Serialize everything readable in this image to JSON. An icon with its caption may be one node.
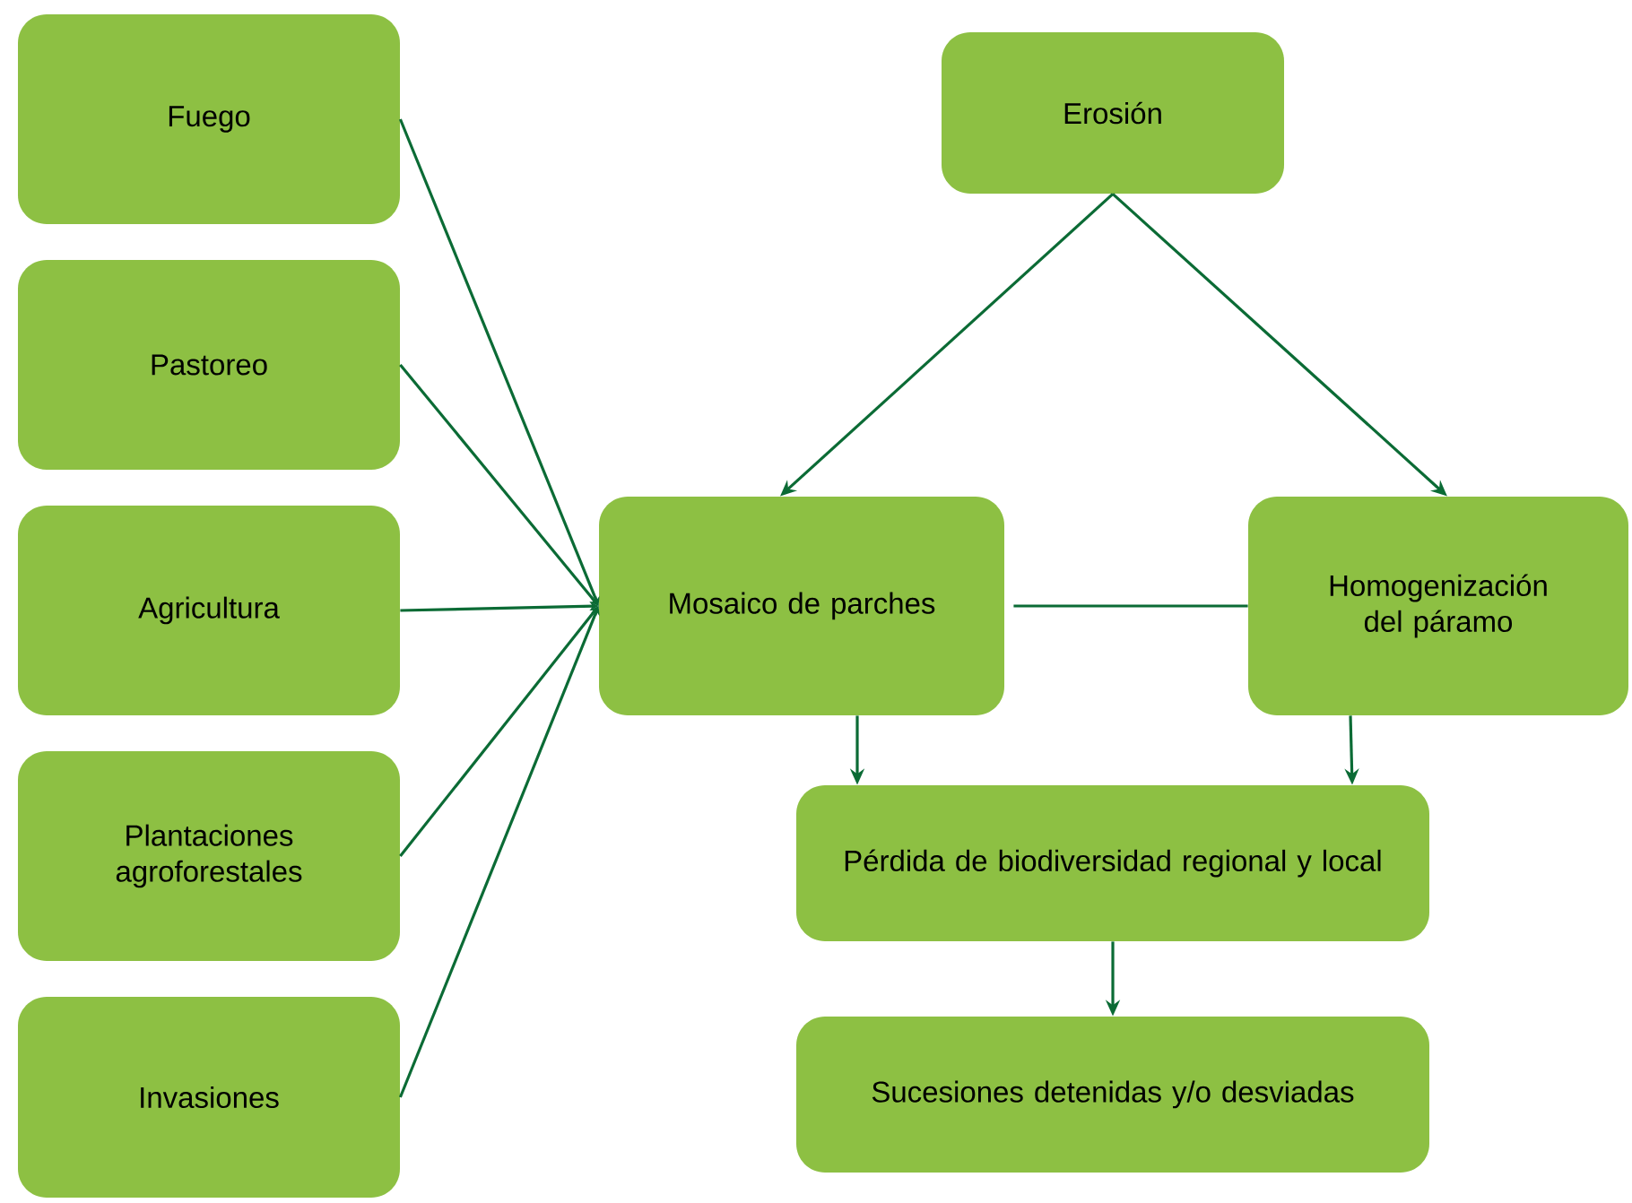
{
  "diagram": {
    "nodes": [
      {
        "text": [
          "Fuego"
        ]
      },
      {
        "text": [
          "Pastoreo"
        ]
      },
      {
        "text": [
          "Agricultura"
        ]
      },
      {
        "text": [
          "Plantaciones agroforestales"
        ]
      },
      {
        "text": [
          "Invasiones"
        ]
      },
      {
        "text": [
          "Erosión"
        ]
      },
      {
        "text": [
          "Mosaico de parches"
        ]
      },
      {
        "text": [
          "Homogenización del páramo"
        ]
      },
      {
        "text": [
          "Pérdida de biodiversidad regional y local"
        ]
      },
      {
        "text": [
          "Sucesiones detenidas y/o desviadas"
        ]
      }
    ],
    "edges": [
      {
        "from": 0,
        "to": 6,
        "arrow": "to"
      },
      {
        "from": 1,
        "to": 6,
        "arrow": "to"
      },
      {
        "from": 2,
        "to": 6,
        "arrow": "to"
      },
      {
        "from": 3,
        "to": 6,
        "arrow": "to"
      },
      {
        "from": 4,
        "to": 6,
        "arrow": "to"
      },
      {
        "from": 5,
        "to": 6,
        "arrow": "to"
      },
      {
        "from": 5,
        "to": 7,
        "arrow": "to"
      },
      {
        "from": 6,
        "to": 7,
        "arrow": "none"
      },
      {
        "from": 6,
        "to": 8,
        "arrow": "to"
      },
      {
        "from": 7,
        "to": 8,
        "arrow": "to"
      },
      {
        "from": 8,
        "to": 9,
        "arrow": "to"
      }
    ]
  }
}
